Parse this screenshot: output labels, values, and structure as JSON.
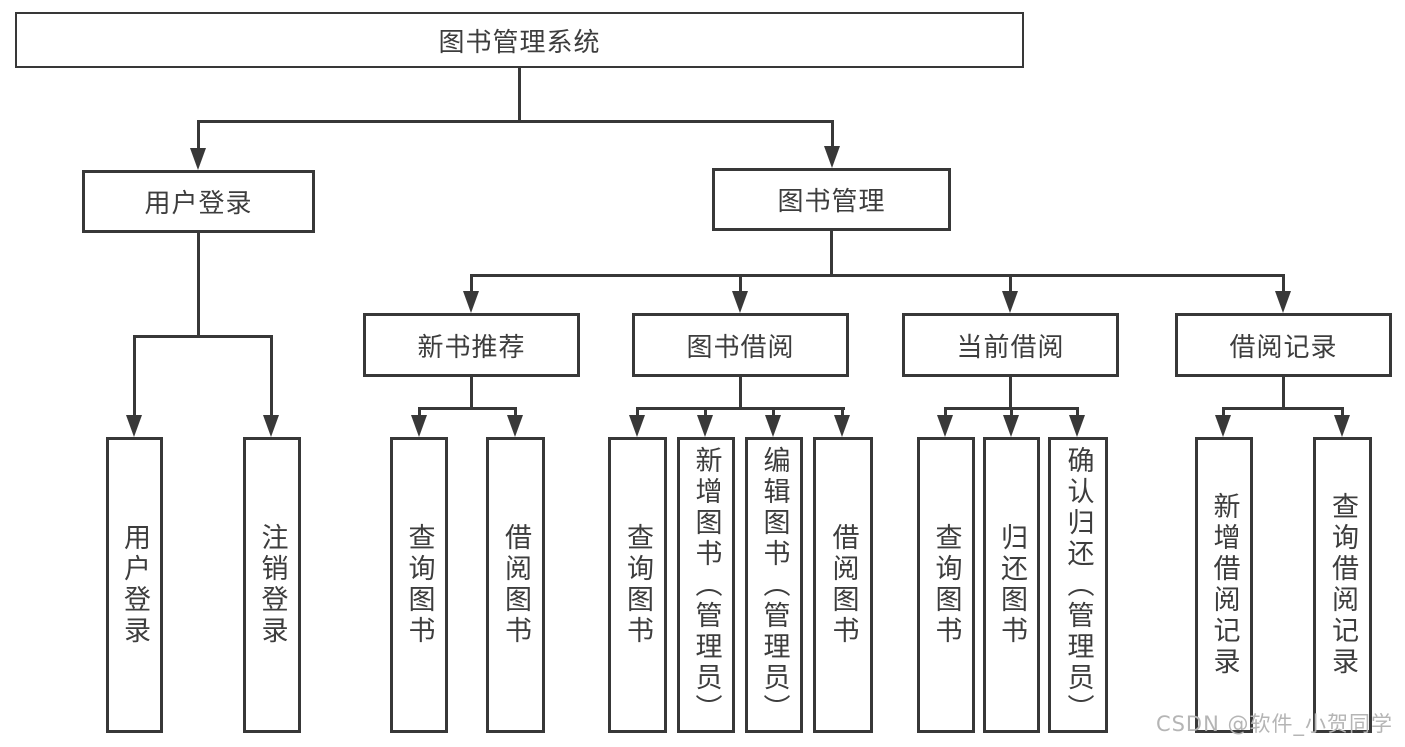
{
  "diagram": {
    "root": "图书管理系统",
    "level2": [
      {
        "label": "用户登录"
      },
      {
        "label": "图书管理"
      }
    ],
    "level3": [
      {
        "label": "新书推荐"
      },
      {
        "label": "图书借阅"
      },
      {
        "label": "当前借阅"
      },
      {
        "label": "借阅记录"
      }
    ],
    "leaves": [
      {
        "label": "用户登录"
      },
      {
        "label": "注销登录"
      },
      {
        "label": "查询图书"
      },
      {
        "label": "借阅图书"
      },
      {
        "label": "查询图书"
      },
      {
        "label": "新增图书（管理员）"
      },
      {
        "label": "编辑图书（管理员）"
      },
      {
        "label": "借阅图书"
      },
      {
        "label": "查询图书"
      },
      {
        "label": "归还图书"
      },
      {
        "label": "确认归还（管理员）"
      },
      {
        "label": "新增借阅记录"
      },
      {
        "label": "查询借阅记录"
      }
    ]
  },
  "watermark": {
    "text": "CSDN @软件_小贺同学"
  },
  "colors": {
    "line": "#383838",
    "text": "#3d3d3d",
    "background": "#ffffff",
    "watermark": "#b5b5b5"
  }
}
